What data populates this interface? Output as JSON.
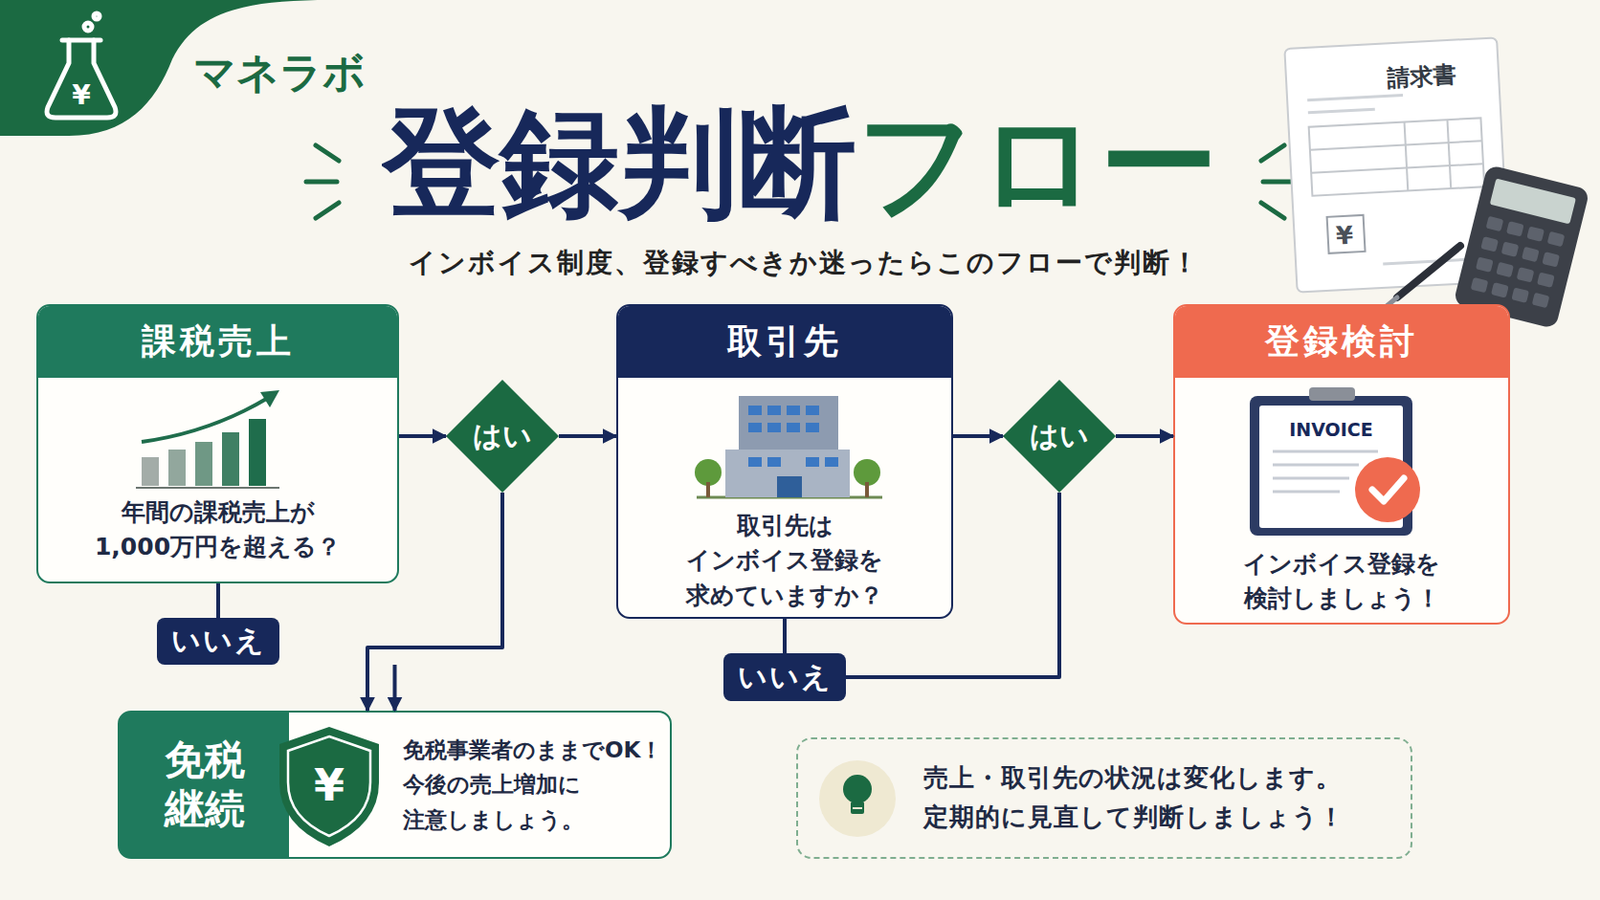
{
  "diagram": {
    "title": "登録判断フロー",
    "caption": "インボイス制度、登録すべきか迷ったらこのフローで判断！",
    "nodes": [
      {
        "text": [
          "課税売上",
          "年間の課税売上が 1,000万円を超える？"
        ]
      },
      {
        "text": [
          "はい"
        ]
      },
      {
        "text": [
          "取引先",
          "取引先は インボイス登録を 求めていますか？"
        ]
      },
      {
        "text": [
          "はい"
        ]
      },
      {
        "text": [
          "登録検討",
          "インボイス登録を 検討しましょう！"
        ]
      },
      {
        "text": [
          "いいえ"
        ]
      },
      {
        "text": [
          "いいえ"
        ]
      },
      {
        "text": [
          "免税継続",
          "免税事業者のままでOK！ 今後の売上増加に 注意しましょう。"
        ]
      },
      {
        "text": [
          "売上・取引先の状況は変化します。 定期的に見直して判断しましょう！"
        ]
      }
    ],
    "edges": [
      {
        "from": 0,
        "to": 1,
        "arrow": "to"
      },
      {
        "from": 1,
        "to": 2,
        "arrow": "to"
      },
      {
        "from": 1,
        "to": 7,
        "arrow": "to"
      },
      {
        "from": 2,
        "to": 3,
        "arrow": "to"
      },
      {
        "from": 3,
        "to": 4,
        "arrow": "to"
      },
      {
        "from": 0,
        "to": 5,
        "arrow": "none"
      },
      {
        "from": 5,
        "to": 7,
        "arrow": "to"
      },
      {
        "from": 2,
        "to": 6,
        "arrow": "none"
      },
      {
        "from": 6,
        "to": 3,
        "arrow": "none"
      }
    ],
    "labels": [
      "¥",
      "マネラボ",
      "請求書",
      "¥",
      "INVOICE",
      "¥"
    ]
  }
}
